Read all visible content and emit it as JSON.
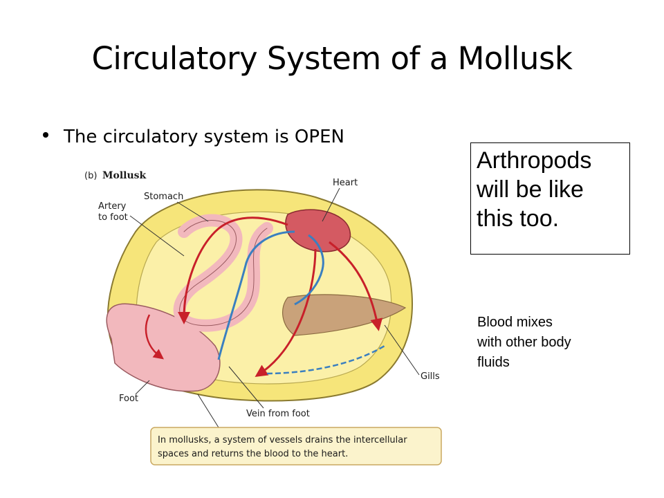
{
  "slide": {
    "title": "Circulatory System of a Mollusk",
    "bullet": "The circulatory system is OPEN"
  },
  "callout": {
    "lines": [
      "Arthropods",
      "will be like",
      "this too."
    ]
  },
  "note": {
    "lines": [
      "Blood mixes",
      "with other body",
      "fluids"
    ]
  },
  "diagram": {
    "panel_letter": "(b)",
    "panel_title": "Mollusk",
    "labels": {
      "stomach": "Stomach",
      "artery_line1": "Artery",
      "artery_line2": "to foot",
      "heart": "Heart",
      "gills": "Gills",
      "foot": "Foot",
      "vein": "Vein from foot"
    },
    "caption": {
      "line1": "In mollusks, a system of vessels drains the intercellular",
      "line2": "spaces and returns the blood to the heart."
    },
    "colors": {
      "artery": "#c8202a",
      "vein": "#3a7fc0",
      "shell": "#f6e57a",
      "organ": "#f2b8bd",
      "gill": "#c9a27a",
      "caption_bg": "#fbf3cc"
    }
  }
}
